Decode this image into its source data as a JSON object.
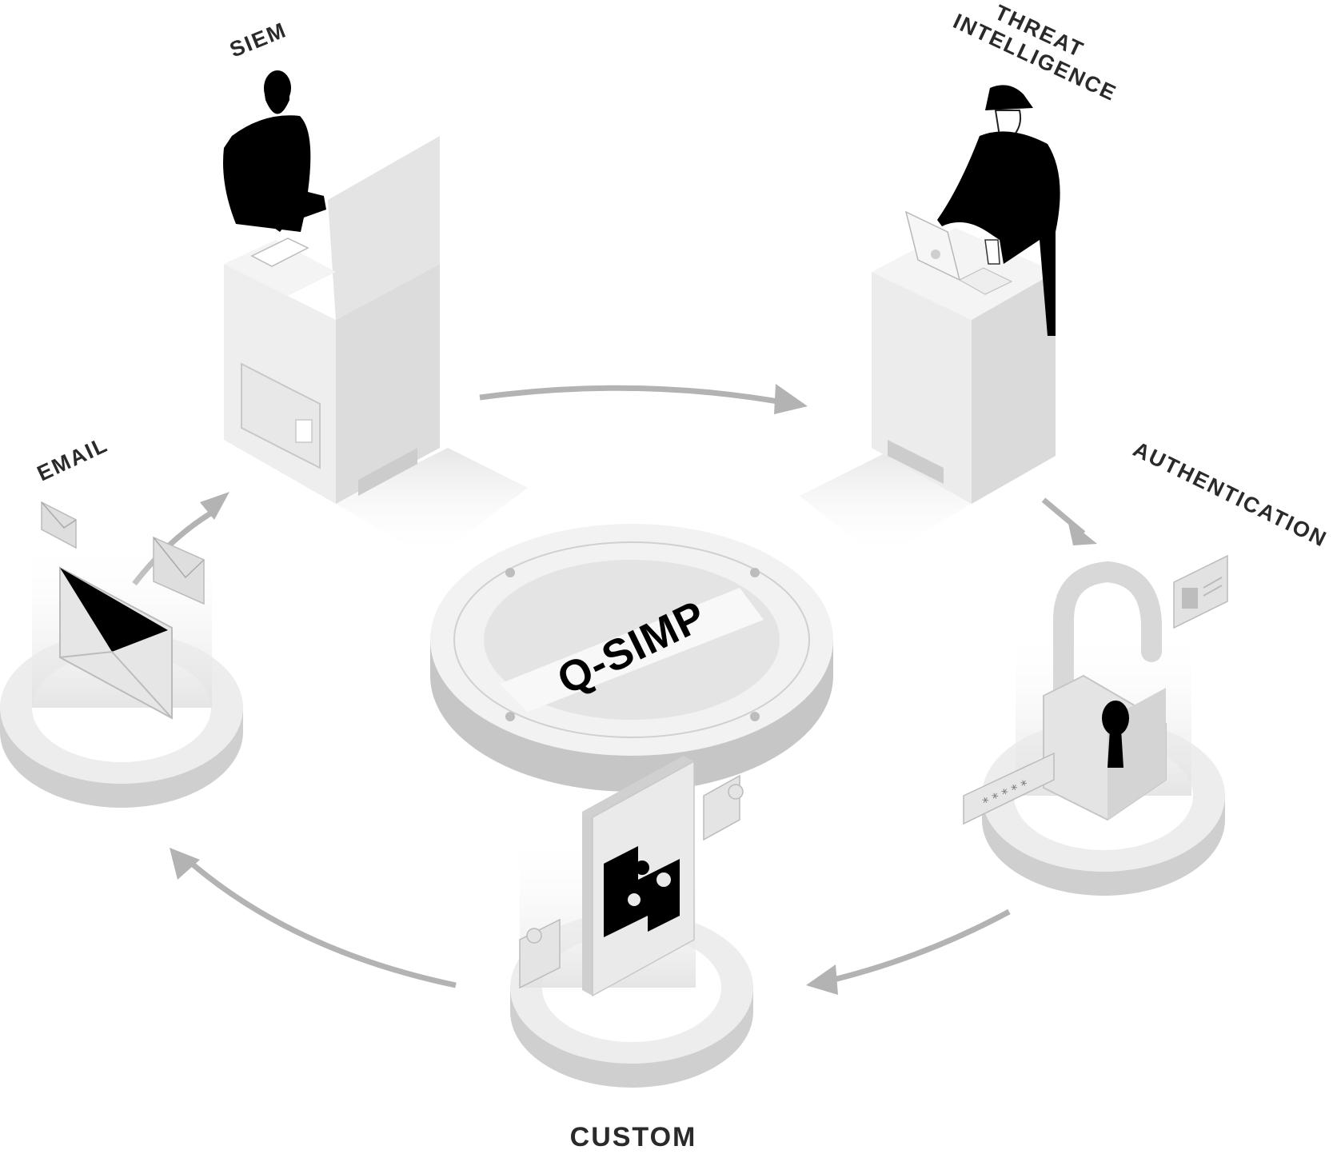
{
  "labels": {
    "siem": "SIEM",
    "threat_line1": "THREAT",
    "threat_line2": "INTELLIGENCE",
    "authentication": "AUTHENTICATION",
    "email": "EMAIL",
    "custom": "CUSTOM"
  },
  "hub": {
    "title": "Q-SIMP"
  },
  "password_mask": "* * * * *",
  "colors": {
    "ink": "#000000",
    "label": "#2a2a2a",
    "arrow": "#b3b3b3",
    "platform_top": "#f2f2f2",
    "platform_side": "#cfcfcf"
  },
  "icons": {
    "siem": "analyst-at-console-icon",
    "threat_intelligence": "analyst-with-laptop-icon",
    "authentication": "padlock-icon",
    "email": "envelope-icon",
    "custom": "puzzle-icon"
  }
}
